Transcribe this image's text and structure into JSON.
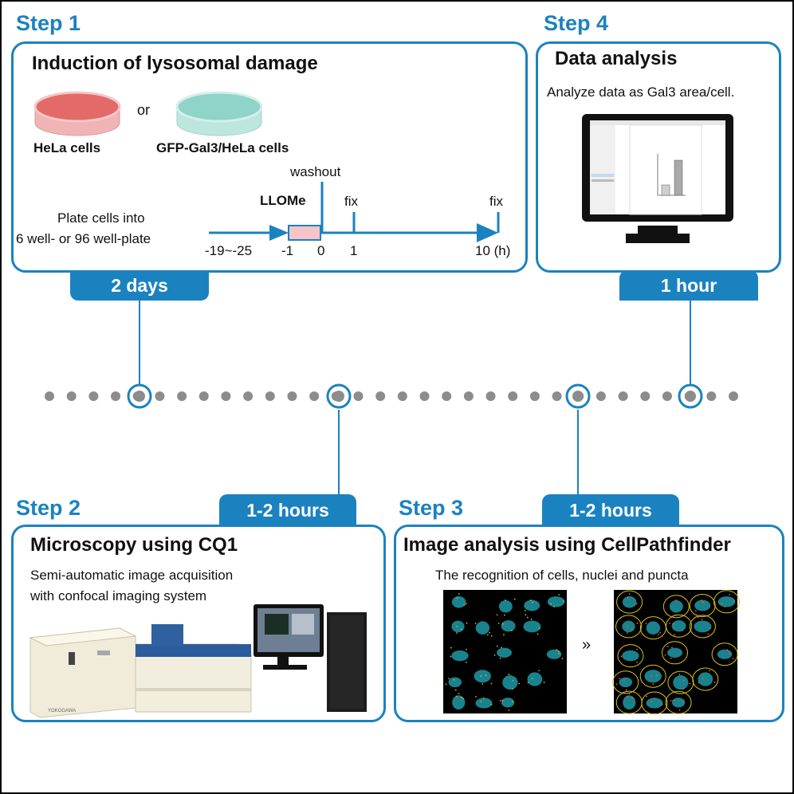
{
  "step1": {
    "label": "Step 1",
    "title": "Induction of lysosomal damage",
    "dish_left": "HeLa cells",
    "or": "or",
    "dish_right": "GFP-Gal3/HeLa cells",
    "plate_line1": "Plate cells into",
    "plate_line2": "6 well- or 96 well-plate",
    "washout": "washout",
    "llome": "LLOMe",
    "fix1": "fix",
    "fix2": "fix",
    "ticks": [
      "-19~-25",
      "-1",
      "0",
      "1",
      "10 (h)"
    ],
    "duration": "2 days",
    "colors": {
      "hela": "#e46a6a",
      "gfp": "#8fd3c9",
      "llome_bar": "#f7c4c8"
    }
  },
  "step4": {
    "label": "Step 4",
    "title": "Data analysis",
    "desc": "Analyze data as Gal3 area/cell.",
    "duration": "1 hour"
  },
  "step2": {
    "label": "Step 2",
    "title": "Microscopy using CQ1",
    "desc_line1": "Semi-automatic image acquisition",
    "desc_line2": "with confocal imaging system",
    "duration": "1-2 hours",
    "brand_label": "YOKOGAWA"
  },
  "step3": {
    "label": "Step 3",
    "title": "Image analysis using CellPathfinder",
    "desc": "The recognition of cells, nuclei and puncta",
    "arrow": "»",
    "duration": "1-2 hours"
  },
  "colors": {
    "accent": "#1b82c0",
    "dot": "#8c8c8c"
  }
}
